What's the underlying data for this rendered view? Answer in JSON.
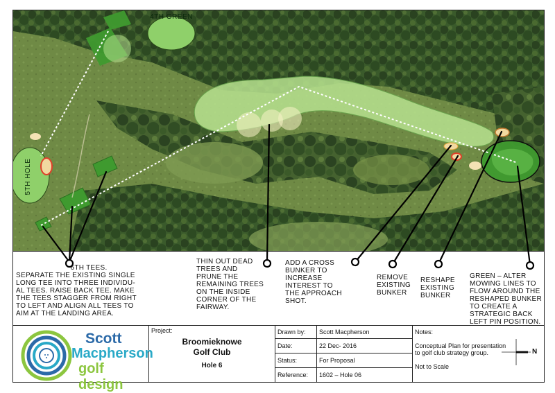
{
  "map_labels": {
    "fourth_green": "4th Green",
    "fifth_hole": "5th Hole"
  },
  "annotations": {
    "tees": {
      "heading": "6th Tees.",
      "lines": [
        "Separate the existing single",
        "long tee into three individu-",
        "al tees. Raise back tee. Make",
        "the tees stagger from right",
        "to left and align all tees to",
        "aim at the landing area."
      ]
    },
    "trees": {
      "lines": [
        "Thin out dead",
        "trees and",
        "prune the",
        "remaining trees",
        "on the inside",
        "corner of the",
        "fairway."
      ]
    },
    "cross_bunker": {
      "lines": [
        "Add a cross",
        "bunker to",
        "increase",
        "interest to",
        "the approach",
        "shot."
      ]
    },
    "remove_bunker": {
      "lines": [
        "Remove",
        "existing",
        "bunker"
      ]
    },
    "reshape_bunker": {
      "lines": [
        "Reshape",
        "existing",
        "bunker"
      ]
    },
    "green": {
      "lines": [
        "Green – alter",
        "mowing lines to",
        "flow around the",
        "reshaped bunker",
        "to create a",
        "strategic back",
        "left pin position."
      ]
    }
  },
  "title_block": {
    "logo": {
      "line1": "Scott",
      "line2": "Macpherson",
      "line3": "golf design"
    },
    "project_label": "Project:",
    "project_name_line1": "Broomieknowe",
    "project_name_line2": "Golf Club",
    "project_sub": "Hole 6",
    "fields": {
      "drawn_by_label": "Drawn by:",
      "drawn_by_value": "Scott Macpherson",
      "date_label": "Date:",
      "date_value": "22 Dec- 2016",
      "status_label": "Status:",
      "status_value": "For Proposal",
      "reference_label": "Reference:",
      "reference_value": "1602 – Hole 06"
    },
    "notes_label": "Notes:",
    "notes_line1": "Conceptual Plan for presentation",
    "notes_line2": "to golf club strategy group.",
    "notes_scale": "Not to Scale",
    "north_letter": "N"
  },
  "colors": {
    "fairway": "#b7e28f",
    "tee_box": "#3f9a2f",
    "bunker": "#f1d9a0",
    "cross_bunker": "#e0402a",
    "tree_canopy": "#2f4a23"
  }
}
